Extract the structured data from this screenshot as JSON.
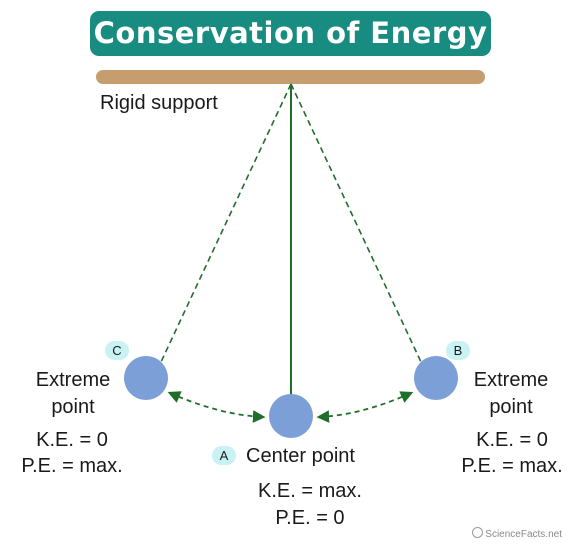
{
  "title": "Conservation of Energy",
  "support_label": "Rigid support",
  "points": {
    "left": {
      "badge": "C",
      "name_line1": "Extreme",
      "name_line2": "point",
      "ke": "K.E. = 0",
      "pe": "P.E. = max."
    },
    "right": {
      "badge": "B",
      "name_line1": "Extreme",
      "name_line2": "point",
      "ke": "K.E. = 0",
      "pe": "P.E. = max."
    },
    "center": {
      "badge": "A",
      "name": "Center point",
      "ke": "K.E. = max.",
      "pe": "P.E. = 0"
    }
  },
  "brand": "ScienceFacts.net",
  "colors": {
    "title_bg": "#188c80",
    "support": "#c59d6e",
    "string": "#1f6e2a",
    "bob": "#7b9fd6",
    "badge_bg": "#c8f2f4"
  }
}
